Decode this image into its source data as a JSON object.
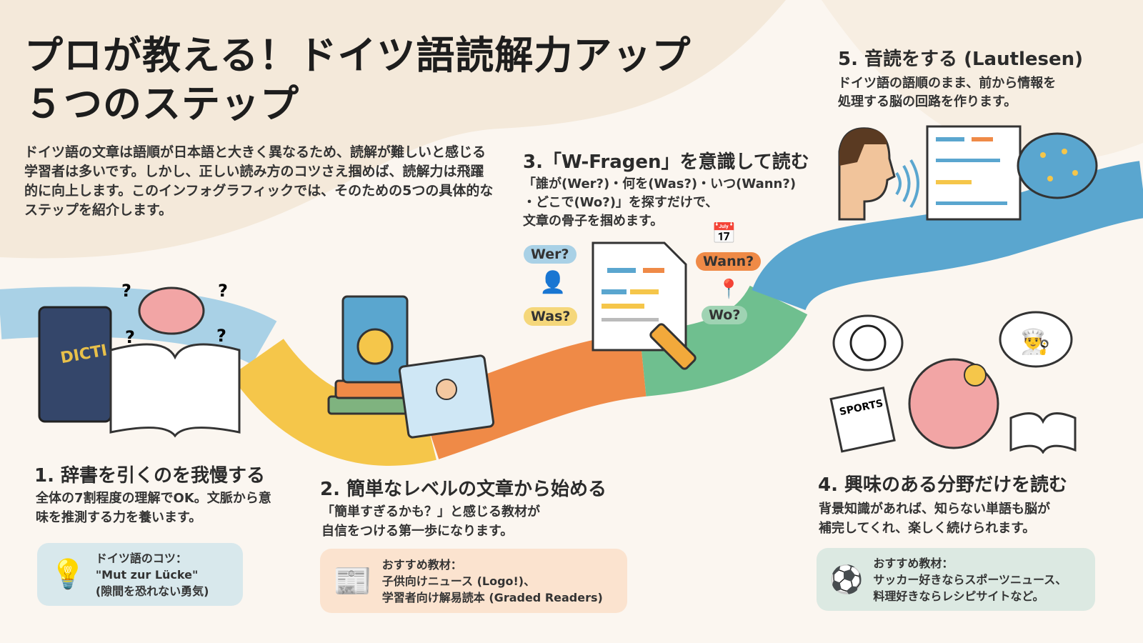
{
  "title": {
    "line1": "プロが教える！ドイツ語読解力アップ",
    "line2": "５つのステップ"
  },
  "intro": "ドイツ語の文章は語順が日本語と大きく異なるため、読解が難しいと感じる学習者は多いです。しかし、正しい読み方のコツさえ掴めば、読解力は飛躍的に向上します。このインフォグラフィックでは、そのための5つの具体的なステップを紹介します。",
  "steps": [
    {
      "heading": "1. 辞書を引くのを我慢する",
      "body": "全体の7割程度の理解でOK。文脈から意味を推測する力を養います。",
      "box": {
        "line1": "ドイツ語のコツ：",
        "line2": "\"Mut zur Lücke\"",
        "line3": "(隙間を恐れない勇気)"
      },
      "book_label": "DICTI"
    },
    {
      "heading": "2. 簡単なレベルの文章から始める",
      "body_line1": "「簡単すぎるかも？」と感じる教材が",
      "body_line2": "自信をつける第一歩になります。",
      "box": {
        "line1": "おすすめ教材：",
        "line2": "子供向けニュース (Logo!)、",
        "line3": "学習者向け解易読本 (Graded Readers)"
      }
    },
    {
      "heading": "3.「W-Fragen」を意識して読む",
      "body_line1": "「誰が(Wer?)・何を(Was?)・いつ(Wann?)",
      "body_line2": "・どこで(Wo?)」を探すだけで、",
      "body_line3": "文章の骨子を掴めます。",
      "tags": {
        "wer": "Wer?",
        "was": "Was?",
        "wann": "Wann?",
        "wo": "Wo?"
      }
    },
    {
      "heading": "4. 興味のある分野だけを読む",
      "body_line1": "背景知識があれば、知らない単語も脳が",
      "body_line2": "補完してくれ、楽しく続けられます。",
      "box": {
        "line1": "おすすめ教材：",
        "line2": "サッカー好きならスポーツニュース、",
        "line3": "料理好きならレシピサイトなど。"
      },
      "newspaper_label": "SPORTS"
    },
    {
      "heading": "5. 音読をする (Lautlesen)",
      "body_line1": "ドイツ語の語順のまま、前から情報を",
      "body_line2": "処理する脳の回路を作ります。"
    }
  ],
  "colors": {
    "blue": "#5aa6cf",
    "yellow": "#f5c64a",
    "orange": "#ef8a47",
    "green": "#6fbf8f",
    "cream": "#f3e7d6"
  }
}
